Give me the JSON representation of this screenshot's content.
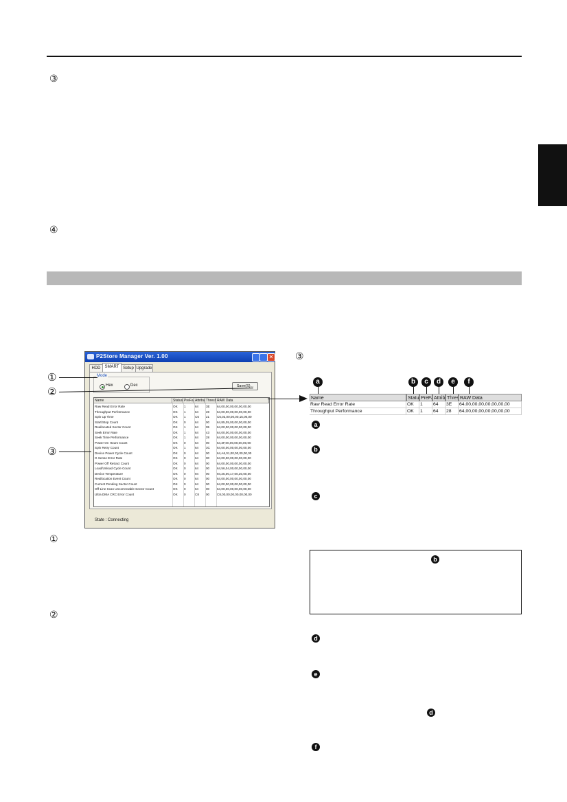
{
  "page": {
    "circ_3_top": "③",
    "circ_4": "④",
    "circ_3_right": "③",
    "circ_1_below": "①",
    "circ_2_below": "②",
    "callouts": [
      "①",
      "②",
      "③"
    ]
  },
  "window": {
    "title": "P2Store Manager    Ver. 1.00",
    "tabs": [
      "HDD",
      "SMART",
      "Setup",
      "Upgrade"
    ],
    "active_tab": "SMART",
    "mode_label": "Mode",
    "radio_hex": "Hex",
    "radio_dec": "Dec",
    "selected_mode": "Hex",
    "save_button": "Save(S)...",
    "columns": [
      "Name",
      "Status",
      "PreFa",
      "Attribu",
      "Thresh",
      "RAW Data"
    ],
    "rows": [
      [
        "Raw Read Error Rate",
        "OK",
        "1",
        "64",
        "3E",
        "64,00,00,00,00,00,00,00"
      ],
      [
        "Throughput Performance",
        "OK",
        "1",
        "64",
        "28",
        "64,00,00,00,00,00,00,00"
      ],
      [
        "Spin Up Time",
        "OK",
        "1",
        "C6",
        "21",
        "C6,02,00,00,00,15,00,00"
      ],
      [
        "Start/Stop Count",
        "OK",
        "0",
        "64",
        "00",
        "64,85,05,00,00,00,00,00"
      ],
      [
        "Reallocated Sector Count",
        "OK",
        "1",
        "64",
        "05",
        "64,00,00,00,00,00,00,00"
      ],
      [
        "Seek Error Rate",
        "OK",
        "1",
        "64",
        "43",
        "64,00,00,00,00,00,00,00"
      ],
      [
        "Seek Time Performance",
        "OK",
        "1",
        "64",
        "28",
        "64,00,00,00,00,00,00,00"
      ],
      [
        "Power On Hours Count",
        "OK",
        "0",
        "64",
        "00",
        "64,3F,00,00,00,00,00,00"
      ],
      [
        "Spin Retry Count",
        "OK",
        "1",
        "64",
        "3C",
        "64,00,00,00,00,00,00,00"
      ],
      [
        "Device Power Cycle Count",
        "OK",
        "0",
        "64",
        "00",
        "64,A6,01,00,00,00,00,00"
      ],
      [
        "G Sense Error Rate",
        "OK",
        "0",
        "64",
        "00",
        "64,00,00,00,00,00,00,00"
      ],
      [
        "Power Off Retract Count",
        "OK",
        "0",
        "64",
        "00",
        "64,00,00,00,00,00,00,00"
      ],
      [
        "Load/Unload Cycle Count",
        "OK",
        "0",
        "64",
        "00",
        "64,56,04,00,00,00,00,00"
      ],
      [
        "Device Temperature",
        "OK",
        "0",
        "94",
        "00",
        "94,25,00,17,00,30,00,00"
      ],
      [
        "Reallocation Event Count",
        "OK",
        "0",
        "64",
        "00",
        "64,00,00,00,00,00,00,00"
      ],
      [
        "Current Pending Sector Count",
        "OK",
        "0",
        "64",
        "00",
        "64,00,00,00,00,00,00,00"
      ],
      [
        "Off-Line Scan Uncorrectable Sector Count",
        "OK",
        "0",
        "64",
        "00",
        "64,00,00,00,00,00,00,00"
      ],
      [
        "Ultra DMA CRC Error Count",
        "OK",
        "0",
        "C8",
        "00",
        "C8,00,00,00,00,00,00,00"
      ]
    ],
    "state_text": "State :  Connecting"
  },
  "zoom": {
    "letters": [
      "a",
      "b",
      "c",
      "d",
      "e",
      "f"
    ],
    "columns": [
      "Name",
      "Status",
      "PreFa",
      "Attribu",
      "Thresh",
      "RAW Data"
    ],
    "rows": [
      [
        "Raw Read Error Rate",
        "OK",
        "1",
        "64",
        "3E",
        "64,00,00,00,00,00,00,00"
      ],
      [
        "Throughput Performance",
        "OK",
        "1",
        "64",
        "28",
        "64,00,00,00,00,00,00,00"
      ]
    ],
    "list_bullets": [
      "a",
      "b",
      "c",
      "d",
      "e",
      "f"
    ],
    "note_bullet": "b",
    "inline_bullet": "d"
  }
}
